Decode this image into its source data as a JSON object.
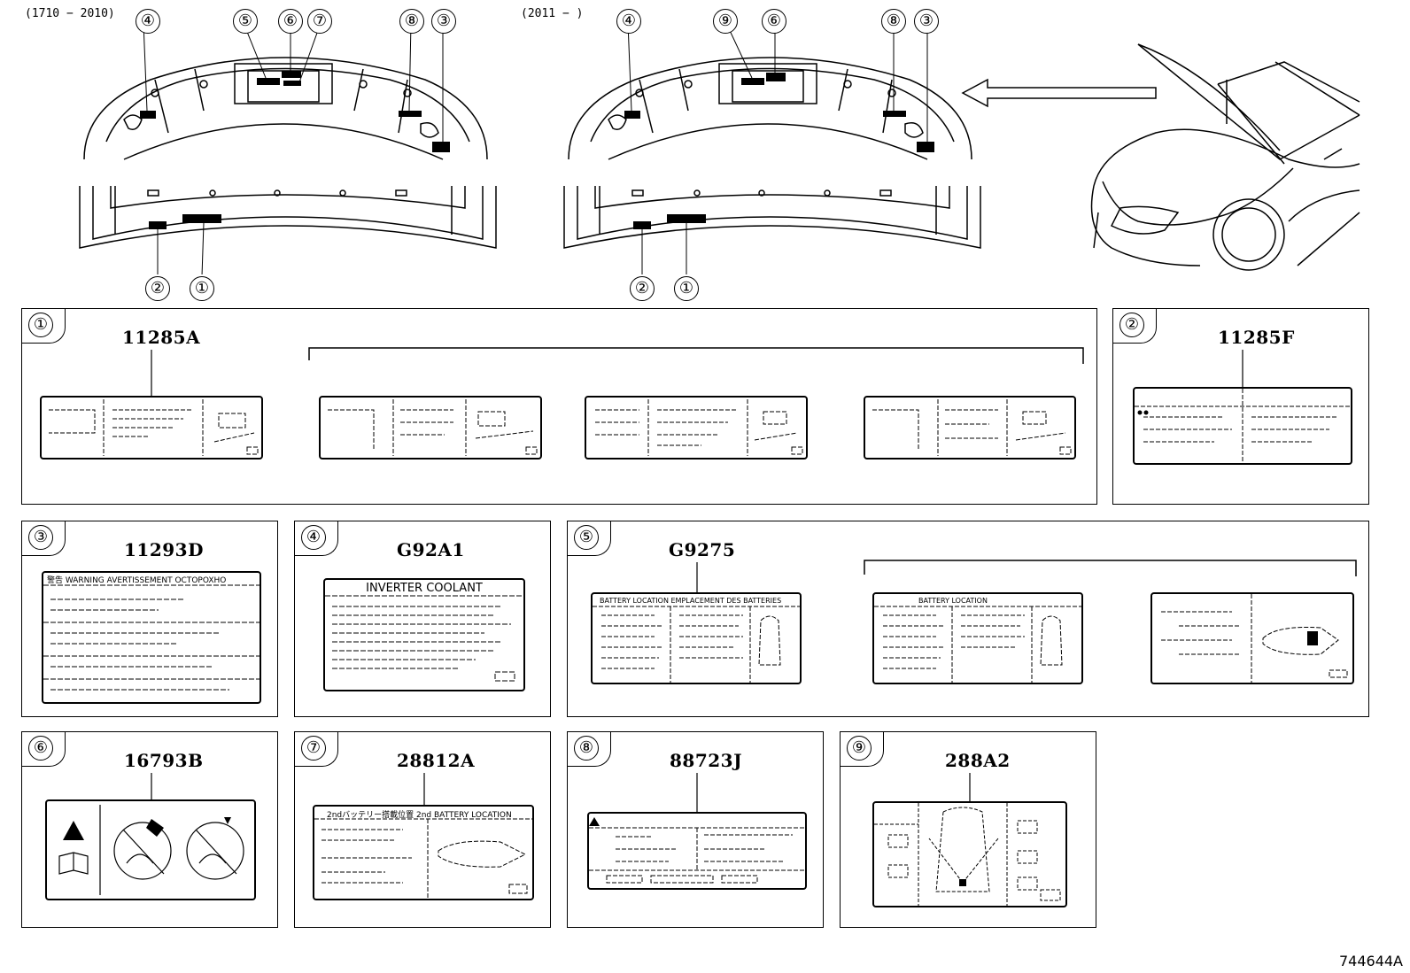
{
  "callouts": {
    "c1": "①",
    "c2": "②",
    "c3": "③",
    "c4": "④",
    "c5": "⑤",
    "c6": "⑥",
    "c7": "⑦",
    "c8": "⑧",
    "c9": "⑨"
  },
  "top": {
    "left_range": "(1710 − 2010)",
    "right_range": "(2011 −    )"
  },
  "panels": {
    "p1": {
      "part": "11285A"
    },
    "p2": {
      "part": "11285F"
    },
    "p3": {
      "part": "11293D",
      "label_header": "警告  WARNING  AVERTISSEMENT  OCTOPOXHO"
    },
    "p4": {
      "part": "G92A1",
      "label_title": "INVERTER COOLANT"
    },
    "p5": {
      "part": "G9275",
      "label_header": "BATTERY LOCATION   EMPLACEMENT DES BATTERIES",
      "label_header_b": "BATTERY LOCATION"
    },
    "p6": {
      "part": "16793B"
    },
    "p7": {
      "part": "28812A",
      "label_header": "2ndバッテリー搭載位置   2nd BATTERY LOCATION"
    },
    "p8": {
      "part": "88723J"
    },
    "p9": {
      "part": "288A2"
    }
  },
  "footer": {
    "ref": "744644A"
  }
}
